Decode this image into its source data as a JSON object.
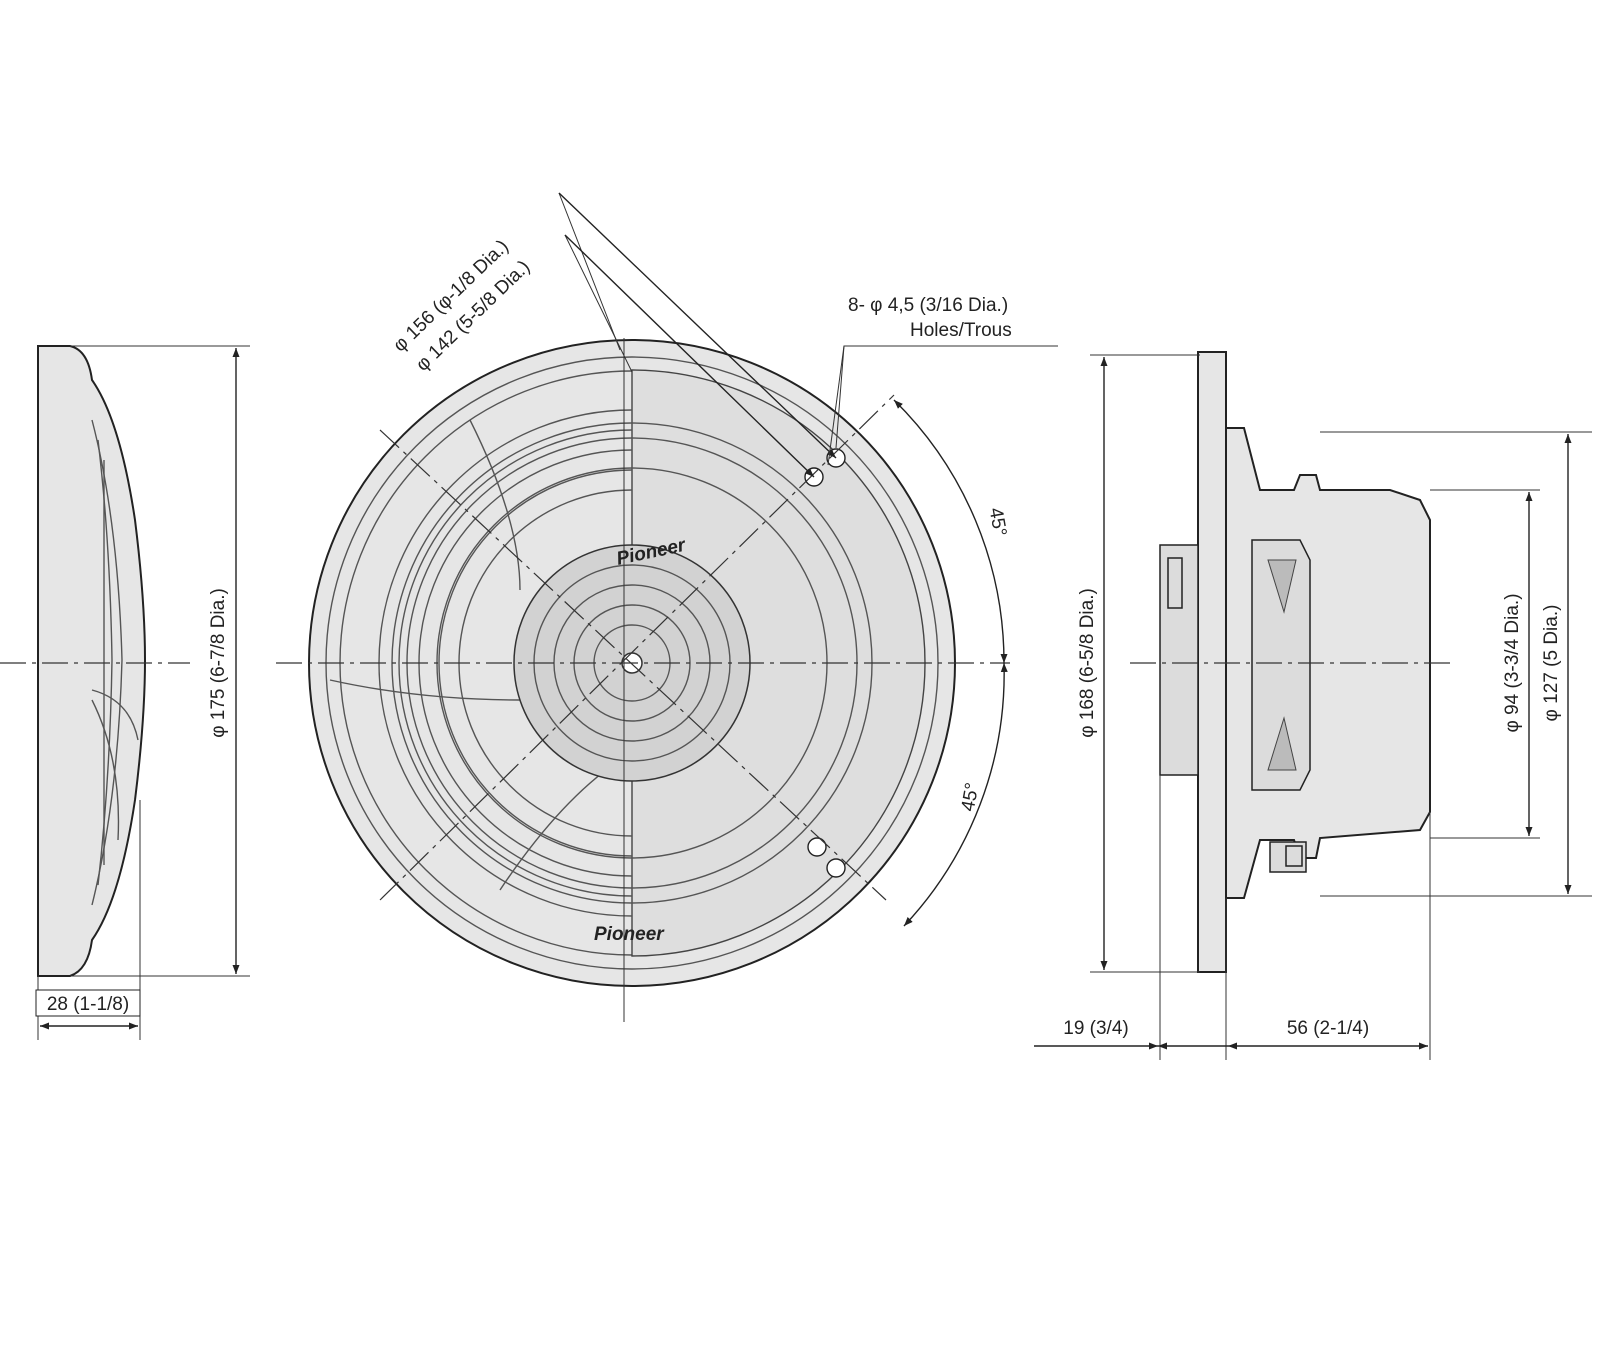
{
  "labels": {
    "side_left_height": "φ 175 (6-7/8 Dia.)",
    "side_left_depth": "28 (1-1/8)",
    "front_outer_dia": "φ 156 (φ-1/8 Dia.)",
    "front_inner_dia": "φ 142 (5-5/8 Dia.)",
    "holes_line1": "8- φ 4,5 (3/16 Dia.)",
    "holes_line2": "Holes/Trous",
    "angle_top": "45°",
    "angle_bottom": "45°",
    "side_right_height": "φ 168 (6-5/8 Dia.)",
    "side_right_magnet": "φ 94 (3-3/4 Dia.)",
    "side_right_basket": "φ 127 (5 Dia.)",
    "side_right_front_depth": "19 (3/4)",
    "side_right_rear_depth": "56 (2-1/4)"
  },
  "brand": "Pioneer"
}
